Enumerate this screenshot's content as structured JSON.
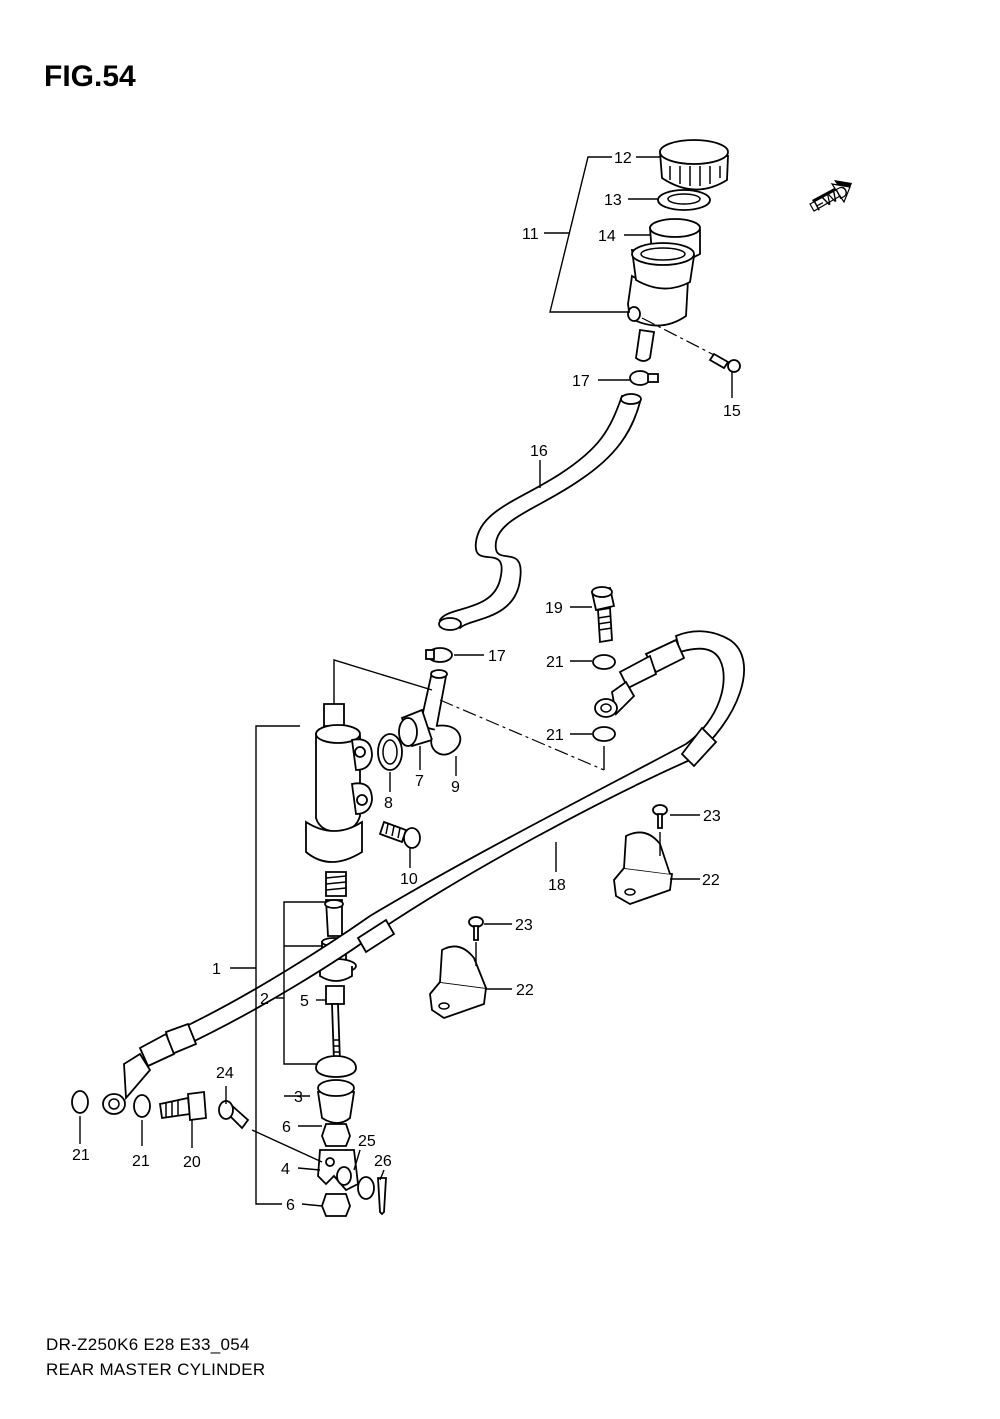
{
  "figure": {
    "title": "FIG.54"
  },
  "fwd_label": "FWD",
  "footer": {
    "model": "DR-Z250K6 E28 E33_054",
    "name": "REAR MASTER CYLINDER"
  },
  "callouts": [
    "1",
    "2",
    "3",
    "4",
    "5",
    "6",
    "6",
    "7",
    "8",
    "9",
    "10",
    "11",
    "12",
    "13",
    "14",
    "15",
    "16",
    "17",
    "17",
    "18",
    "19",
    "20",
    "21",
    "21",
    "21",
    "21",
    "22",
    "22",
    "23",
    "23",
    "24",
    "25",
    "26"
  ]
}
